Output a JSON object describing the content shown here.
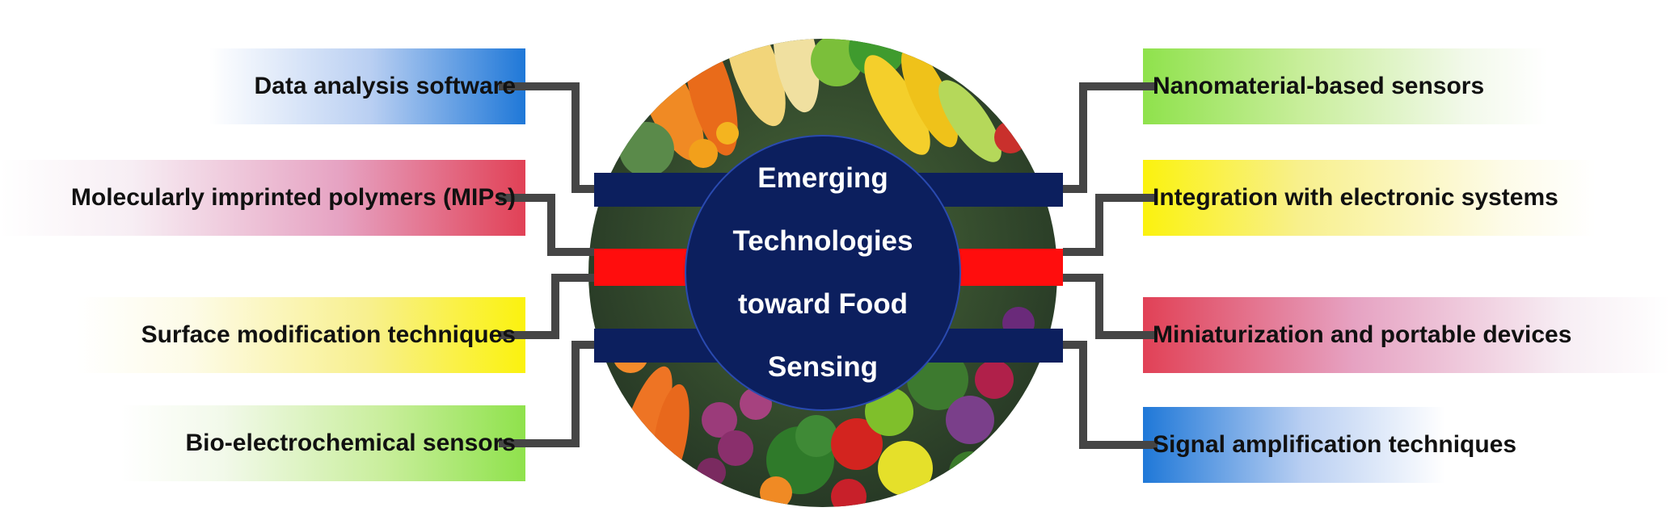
{
  "center": {
    "title_lines": [
      "Emerging",
      "Technologies",
      "toward Food",
      "Sensing"
    ]
  },
  "left_items": [
    {
      "label": "Data analysis software",
      "color": "#1f78d8"
    },
    {
      "label": "Molecularly imprinted polymers (MIPs)",
      "color": "#e14156"
    },
    {
      "label": "Surface modification techniques",
      "color": "#fbf20e"
    },
    {
      "label": "Bio-electrochemical sensors",
      "color": "#8fe24c"
    }
  ],
  "right_items": [
    {
      "label": "Nanomaterial-based sensors",
      "color": "#8fe24c"
    },
    {
      "label": "Integration with electronic systems",
      "color": "#fbf20e"
    },
    {
      "label": "Miniaturization and portable devices",
      "color": "#e14156"
    },
    {
      "label": "Signal amplification techniques",
      "color": "#1f78d8"
    }
  ],
  "colors": {
    "navy": "#0c1f5e",
    "red_bar": "#ff0d0d",
    "connector": "#454545"
  },
  "background_image": "fruits-and-vegetables-circle"
}
